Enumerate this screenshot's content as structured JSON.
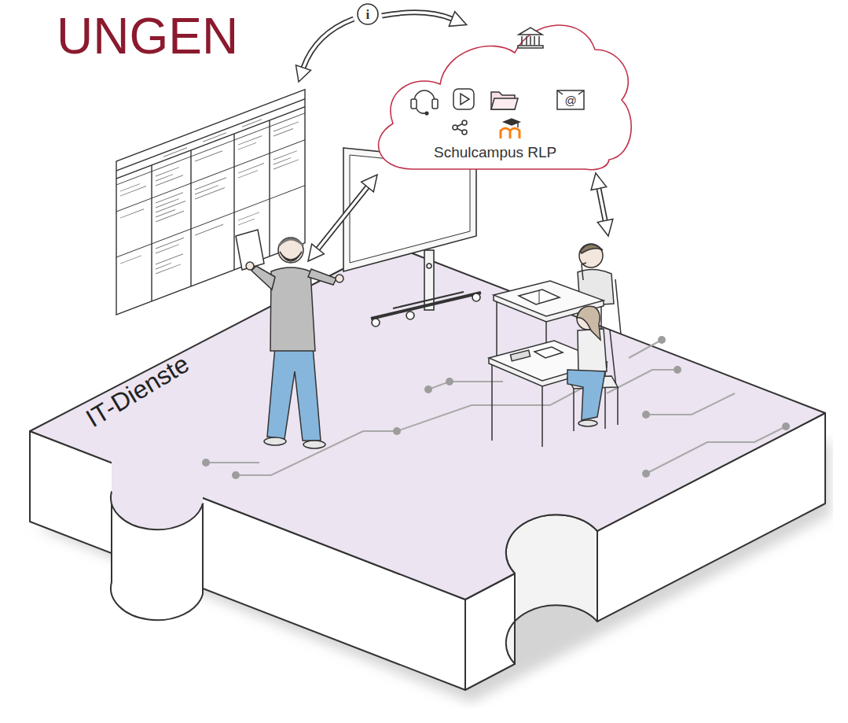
{
  "diagram": {
    "title": "UNGEN",
    "nodes": [
      {
        "text": [
          "Schulcampus RLP"
        ]
      },
      {
        "text": [
          "IT-Dienste"
        ]
      }
    ],
    "labels": [
      "i",
      "@"
    ]
  }
}
